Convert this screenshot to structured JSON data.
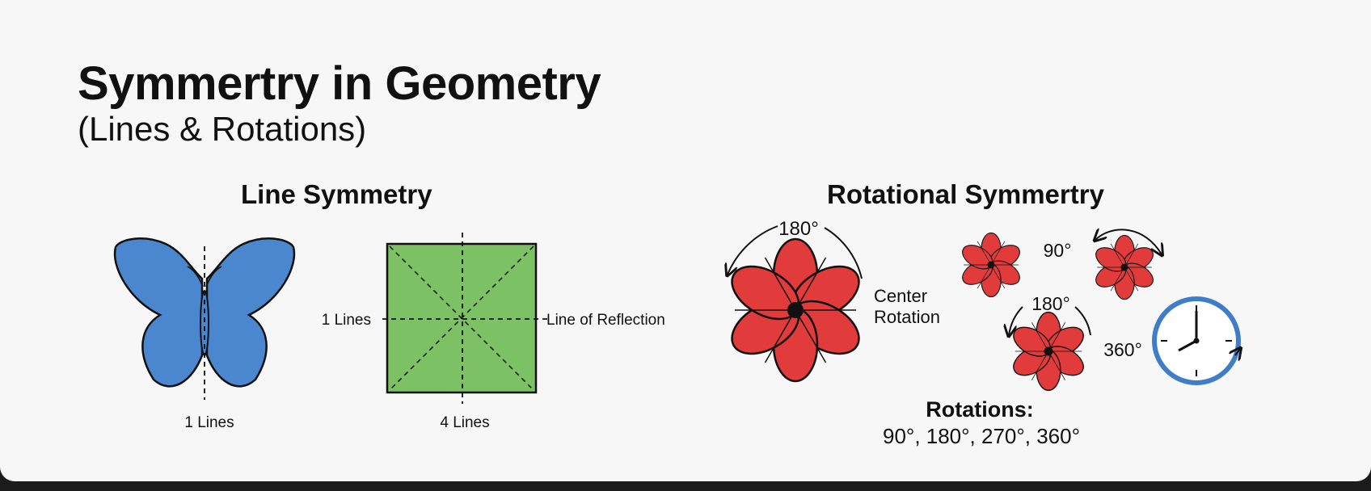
{
  "header": {
    "title": "Symmertry in Geometry",
    "subtitle": "(Lines & Rotations)"
  },
  "line_symmetry": {
    "title": "Line Symmetry",
    "butterfly_label": "1 Lines",
    "square_left_label": "1 Lines",
    "square_right_label": "Line of Reflection",
    "square_label": "4 Lines"
  },
  "rotational_symmetry": {
    "title": "Rotational Symmertry",
    "big_flower_angle": "180°",
    "center_label_line1": "Center",
    "center_label_line2": "Rotation",
    "small_flower_angle_90": "90°",
    "small_flower_angle_180": "180°",
    "clock_angle": "360°",
    "rotations_heading": "Rotations:",
    "rotations_values": "90°, 180°, 270°, 360°"
  },
  "colors": {
    "butterfly": "#4a87cf",
    "square": "#7cc164",
    "flower": "#e23b3b",
    "clock_ring": "#3f7dc8"
  }
}
